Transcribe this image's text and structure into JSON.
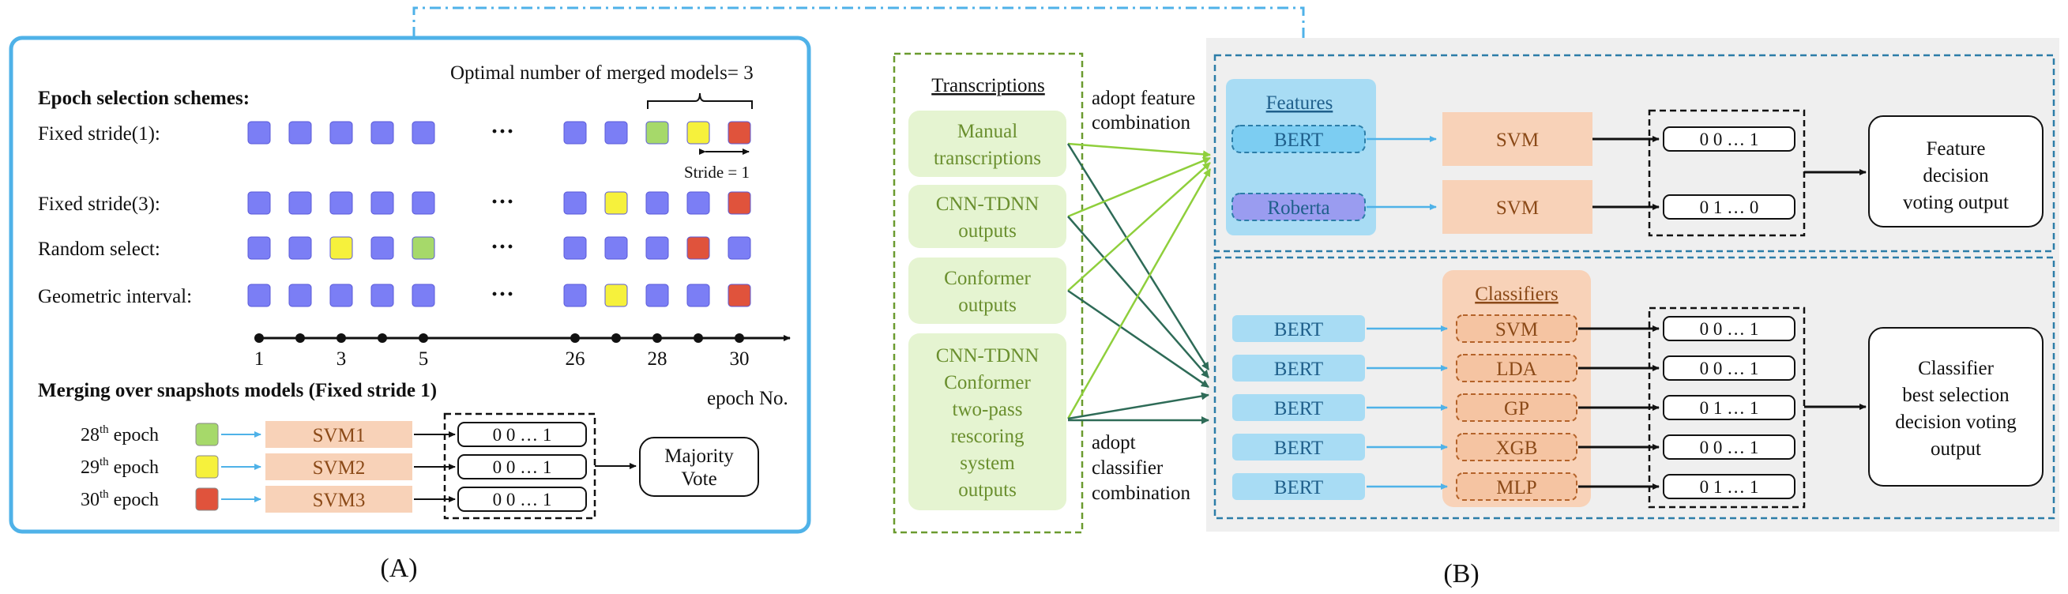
{
  "colors": {
    "blue_sq": "#7b7ef5",
    "green_sq": "#a6d96a",
    "yellow_sq": "#f6f13c",
    "red_sq": "#e0533c",
    "light_blue": "#a8dcf4",
    "peach": "#f8d2b8",
    "light_green": "#e5f4d1",
    "grey_bg": "#efefef",
    "frame_blue": "#4fb2e8",
    "dash_blue": "#2c7da8",
    "green_text": "#6a8f2e",
    "brown_text": "#8b4a18"
  },
  "panel_a": {
    "label": "(A)",
    "optimal_text": "Optimal number of merged models= 3",
    "schemes_title": "Epoch selection schemes:",
    "rows": [
      {
        "label": "Fixed stride(1):",
        "left": [
          "b",
          "b",
          "b",
          "b",
          "b"
        ],
        "right": [
          "b",
          "b",
          "g",
          "y",
          "r"
        ]
      },
      {
        "label": "Fixed stride(3):",
        "left": [
          "b",
          "b",
          "b",
          "b",
          "b"
        ],
        "right": [
          "b",
          "y",
          "b",
          "b",
          "r"
        ]
      },
      {
        "label": "Random select:",
        "left": [
          "b",
          "b",
          "y",
          "b",
          "g"
        ],
        "right": [
          "b",
          "b",
          "b",
          "r",
          "b"
        ]
      },
      {
        "label": "Geometric interval:",
        "left": [
          "b",
          "b",
          "b",
          "b",
          "b"
        ],
        "right": [
          "b",
          "y",
          "b",
          "b",
          "r"
        ]
      }
    ],
    "ellipsis": "···",
    "stride_label": "Stride = 1",
    "axis_ticks": [
      "1",
      "3",
      "5",
      "26",
      "28",
      "30"
    ],
    "axis_label": "epoch No.",
    "merge_title": "Merging over snapshots models (Fixed stride 1)",
    "epochs": [
      {
        "label": "th epoch",
        "sup": "th",
        "num": "28",
        "color": "g",
        "svm": "SVM1",
        "out": "0 0 … 1"
      },
      {
        "label": "th epoch",
        "sup": "th",
        "num": "29",
        "color": "y",
        "svm": "SVM2",
        "out": "0 0 … 1"
      },
      {
        "label": "th epoch",
        "sup": "th",
        "num": "30",
        "color": "r",
        "svm": "SVM3",
        "out": "0 0 … 1"
      }
    ],
    "majority_vote": [
      "Majority",
      "Vote"
    ]
  },
  "panel_b": {
    "label": "(B)",
    "transcriptions_title": "Transcriptions",
    "sources": [
      [
        "Manual",
        "transcriptions"
      ],
      [
        "CNN-TDNN",
        "outputs"
      ],
      [
        "Conformer",
        "outputs"
      ],
      [
        "CNN-TDNN",
        "Conformer",
        "two-pass",
        "rescoring",
        "system",
        "outputs"
      ]
    ],
    "adopt_feature": [
      "adopt feature",
      "combination"
    ],
    "adopt_classifier": [
      "adopt",
      "classifier",
      "combination"
    ],
    "features_title": "Features",
    "features": [
      "BERT",
      "Roberta"
    ],
    "feature_svm": [
      "SVM",
      "SVM"
    ],
    "feature_outputs": [
      "0 0 … 1",
      "0 1 … 0"
    ],
    "feature_result": [
      "Feature",
      "decision",
      "voting output"
    ],
    "classifier_inputs": [
      "BERT",
      "BERT",
      "BERT",
      "BERT",
      "BERT"
    ],
    "classifiers_title": "Classifiers",
    "classifiers": [
      "SVM",
      "LDA",
      "GP",
      "XGB",
      "MLP"
    ],
    "classifier_outputs": [
      "0 0 … 1",
      "0 0 … 1",
      "0 1 … 1",
      "0 0 … 1",
      "0 1 … 1"
    ],
    "classifier_result": [
      "Classifier",
      "best selection",
      "decision voting",
      "output"
    ]
  }
}
